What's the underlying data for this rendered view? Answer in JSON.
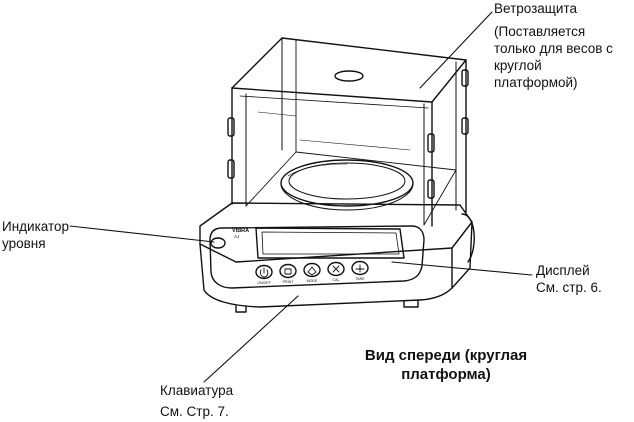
{
  "labels": {
    "windshield": {
      "title": "Ветрозащита",
      "note_lines": [
        "(Поставляется",
        "только для весов с",
        "круглой",
        "платформой)"
      ]
    },
    "level_indicator": {
      "lines": [
        "Индикатор",
        "уровня"
      ]
    },
    "display": {
      "lines": [
        "Дисплей",
        "См. стр. 6."
      ]
    },
    "keypad": {
      "lines": [
        "Клавиатура",
        "См. Стр. 7."
      ]
    }
  },
  "caption": {
    "lines": [
      "Вид спереди (круглая",
      "платформа)"
    ]
  },
  "device": {
    "brand": "VIBRA",
    "model": "AJ",
    "key_captions": [
      "ON/OFF",
      "PRINT",
      "MODE",
      "CAL",
      "TARE"
    ],
    "key_icons": [
      "power-icon",
      "print-icon",
      "mode-icon",
      "cal-icon",
      "tare-icon"
    ]
  }
}
